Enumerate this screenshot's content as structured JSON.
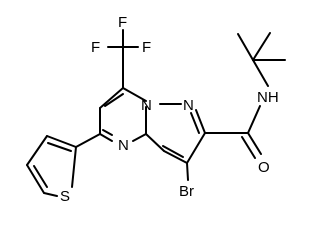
{
  "molecule": {
    "atoms": {
      "f_top": "F",
      "f_left": "F",
      "f_right": "F",
      "n_bridge": "N",
      "n_pyrazole": "N",
      "nh": "NH",
      "n_pyrimidine": "N",
      "o_carbonyl": "O",
      "br": "Br",
      "s_thiophene": "S"
    },
    "bond_color": "#000000",
    "label_color": "#000000"
  }
}
